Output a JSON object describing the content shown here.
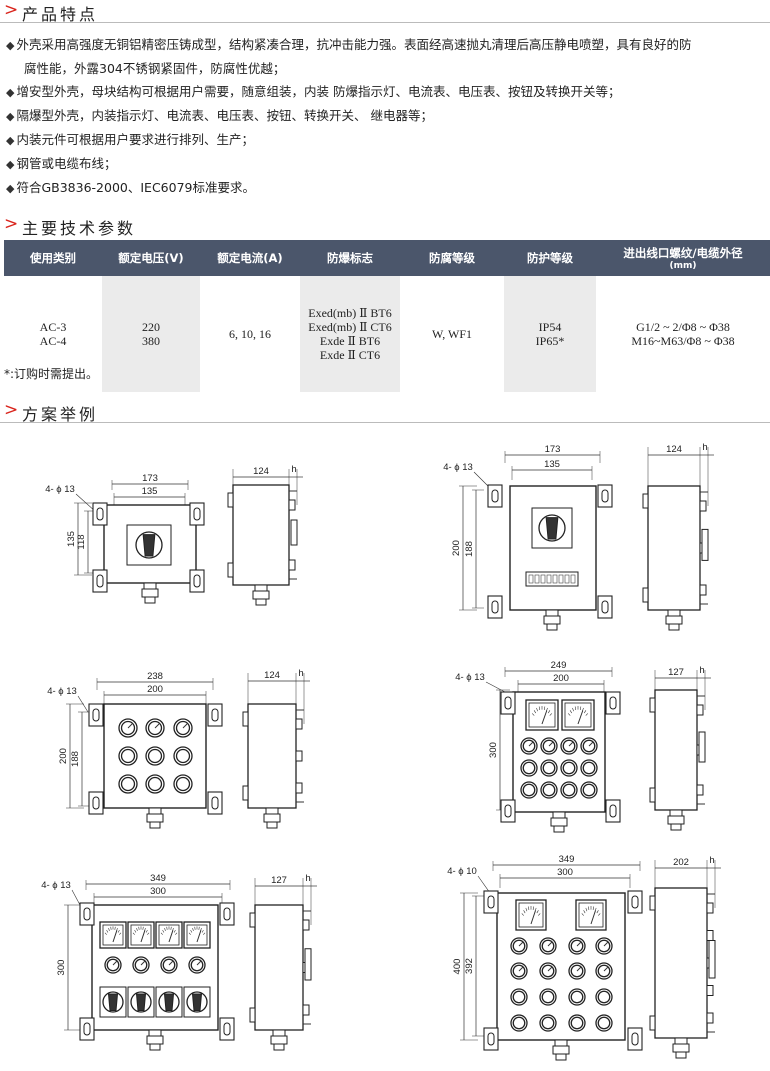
{
  "sections": {
    "features_title": "产品特点",
    "params_title": "主要技术参数",
    "examples_title": "方案举例"
  },
  "features": [
    "外壳采用高强度无铜铝精密压铸成型，结构紧凑合理，抗冲击能力强。表面经高速抛丸清理后高压静电喷塑，具有良好的防",
    "腐性能，外露304不锈钢紧固件，防腐性优越；",
    "增安型外壳，母块结构可根据用户需要，随意组装，内装  防爆指示灯、电流表、电压表、按钮及转换开关等；",
    "隔爆型外壳，内装指示灯、电流表、电压表、按钮、转换开关、 继电器等；",
    "内装元件可根据用户要求进行排列、生产；",
    "钢管或电缆布线；",
    "符合GB3836-2000、IEC6079标准要求。"
  ],
  "table": {
    "headers": [
      "使用类别",
      "额定电压(V)",
      "额定电流(A)",
      "防爆标志",
      "防腐等级",
      "防护等级",
      "进出线口螺纹/电缆外径"
    ],
    "header_unit": "(mm)",
    "row": {
      "category": [
        "AC-3",
        "AC-4"
      ],
      "voltage": [
        "220",
        "380"
      ],
      "current": "6, 10, 16",
      "marking": [
        "Exed(mb) Ⅱ BT6",
        "Exed(mb) Ⅱ CT6",
        "Exde Ⅱ BT6",
        "Exde Ⅱ CT6"
      ],
      "corrosion": "W, WF1",
      "protection": [
        "IP54",
        "IP65*"
      ],
      "thread": [
        "G1/2 ~ 2/Φ8 ~ Φ38",
        "M16~M63/Φ8 ~ Φ38"
      ]
    }
  },
  "note": "*:订购时需提出。",
  "drawings": [
    {
      "hole": "4- ϕ 13",
      "w1": "173",
      "w2": "135",
      "h1": "135",
      "h2": "118",
      "side": "124",
      "h": "h"
    },
    {
      "hole": "4- ϕ 13",
      "w1": "173",
      "w2": "135",
      "h1": "200",
      "h2": "188",
      "side": "124",
      "h": "h"
    },
    {
      "hole": "4- ϕ 13",
      "w1": "238",
      "w2": "200",
      "h1": "200",
      "h2": "188",
      "side": "124",
      "h": "h"
    },
    {
      "hole": "4- ϕ 13",
      "w1": "249",
      "w2": "200",
      "h1": "300",
      "side": "127",
      "h": "h"
    },
    {
      "hole": "4- ϕ 13",
      "w1": "349",
      "w2": "300",
      "h1": "300",
      "side": "127",
      "h": "h"
    },
    {
      "hole": "4- ϕ 10",
      "w1": "349",
      "w2": "300",
      "h1": "400",
      "h2": "392",
      "side": "202",
      "h": "h"
    }
  ]
}
